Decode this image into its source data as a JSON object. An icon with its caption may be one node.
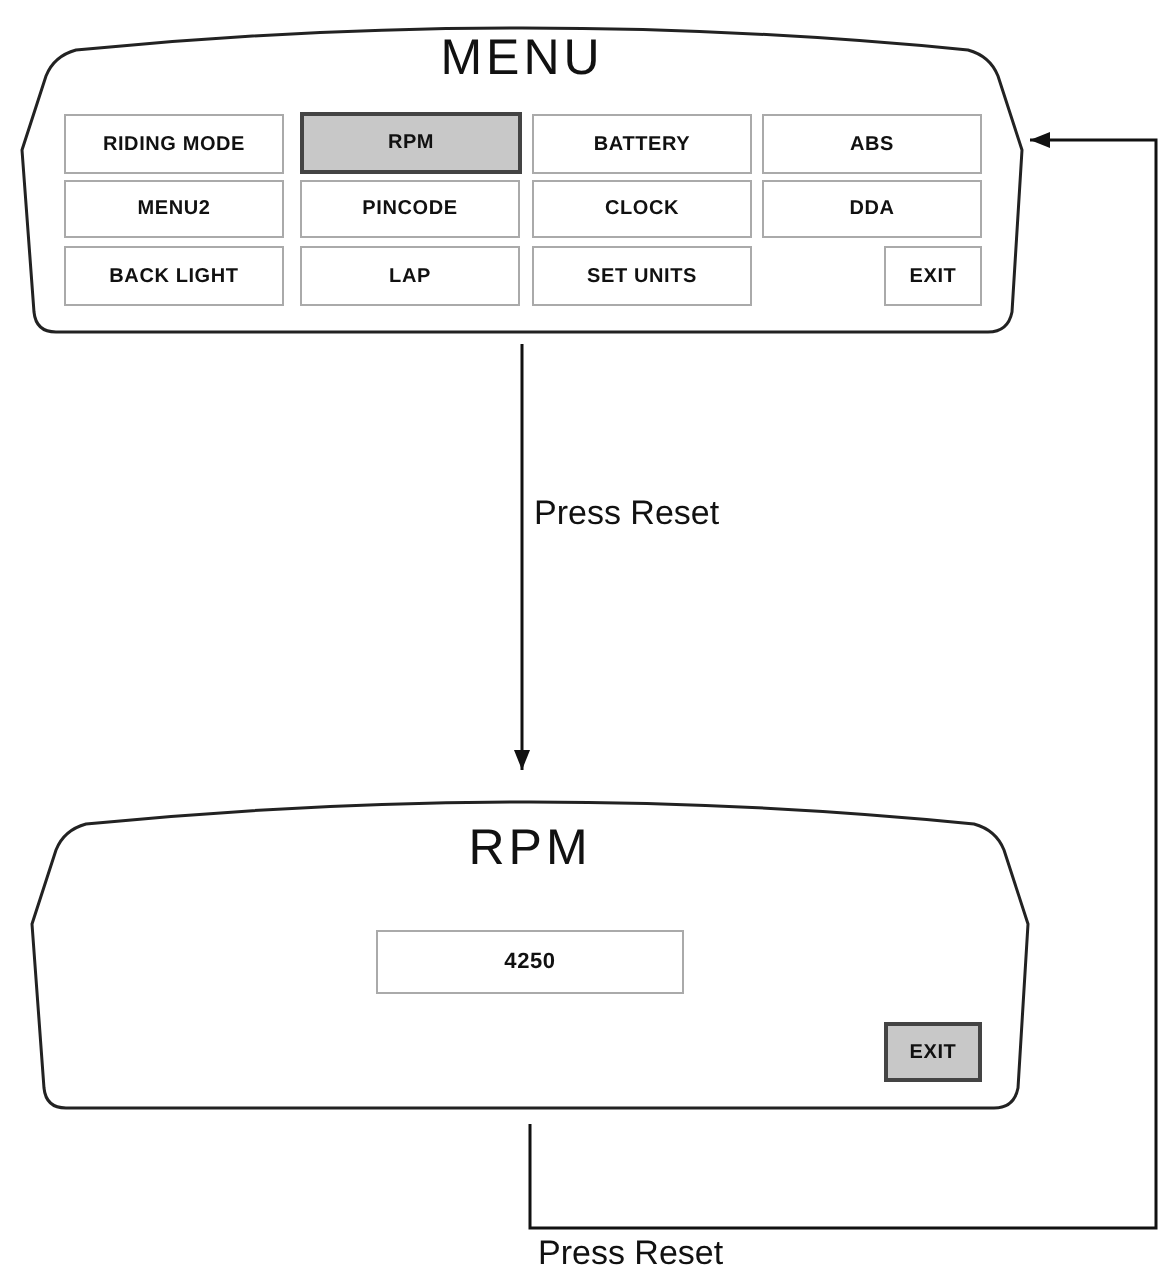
{
  "diagram": {
    "nodes": [
      {
        "text": [
          "MENU"
        ]
      },
      {
        "text": [
          "RIDING MODE"
        ],
        "in": 0
      },
      {
        "text": [
          "RPM"
        ],
        "in": 0
      },
      {
        "text": [
          "BATTERY"
        ],
        "in": 0
      },
      {
        "text": [
          "ABS"
        ],
        "in": 0
      },
      {
        "text": [
          "MENU2"
        ],
        "in": 0
      },
      {
        "text": [
          "PINCODE"
        ],
        "in": 0
      },
      {
        "text": [
          "CLOCK"
        ],
        "in": 0
      },
      {
        "text": [
          "DDA"
        ],
        "in": 0
      },
      {
        "text": [
          "BACK LIGHT"
        ],
        "in": 0
      },
      {
        "text": [
          "LAP"
        ],
        "in": 0
      },
      {
        "text": [
          "SET UNITS"
        ],
        "in": 0
      },
      {
        "text": [
          "EXIT"
        ],
        "in": 0
      },
      {
        "text": [
          "RPM"
        ]
      },
      {
        "text": [
          "4250"
        ],
        "in": 13
      },
      {
        "text": [
          "EXIT"
        ],
        "in": 13
      }
    ],
    "edges": [
      {
        "from": 0,
        "to": 13,
        "arrow": "to",
        "label": "Press Reset"
      },
      {
        "from": 13,
        "to": 0,
        "arrow": "to",
        "label": "Press Reset"
      }
    ]
  }
}
